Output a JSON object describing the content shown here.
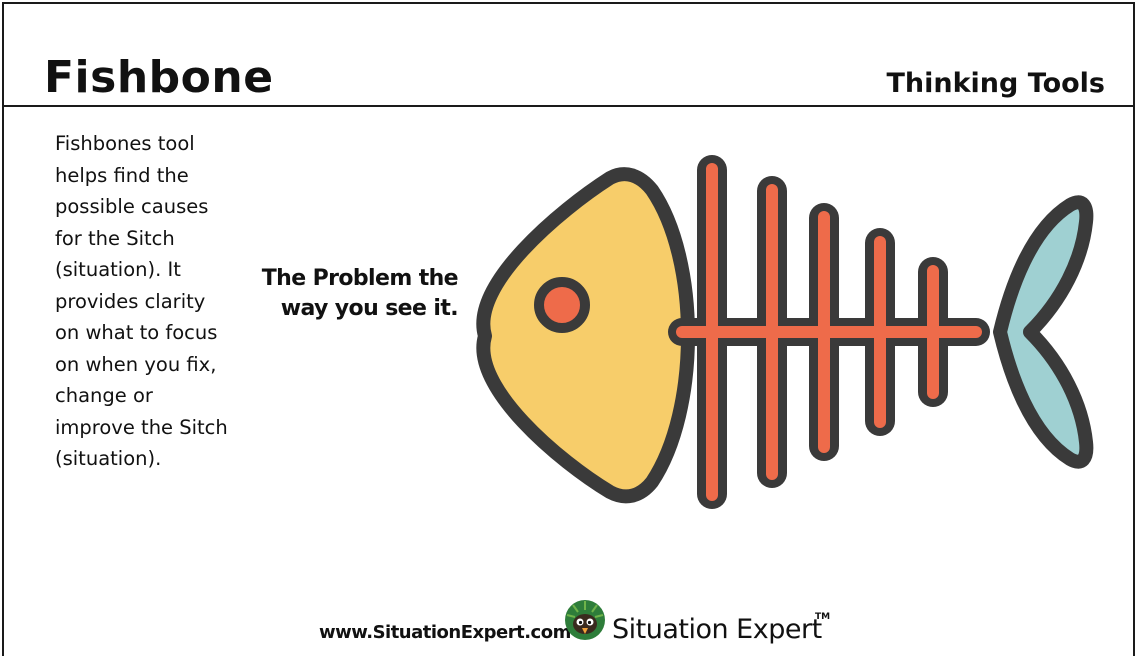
{
  "header": {
    "title": "Fishbone",
    "category": "Thinking Tools"
  },
  "description": {
    "lines": [
      "Fishbones tool",
      "helps find the",
      "possible causes",
      "for the Sitch",
      "(situation). It",
      "provides clarity",
      "on what to focus",
      "on when you fix,",
      "change or",
      "improve the Sitch",
      "(situation)."
    ]
  },
  "diagram": {
    "problem_label": [
      "The Problem the",
      "way you see it."
    ],
    "colors": {
      "outline": "#3a3a3a",
      "head": "#f7cd6a",
      "eye": "#ee6b4a",
      "bones": "#ee6b4a",
      "tail": "#9fd0d2"
    }
  },
  "footer": {
    "url": "www.SituationExpert.com",
    "brand": "Situation Expert",
    "trademark": "TM",
    "logo_icon": "hedgehog-logo-icon"
  }
}
